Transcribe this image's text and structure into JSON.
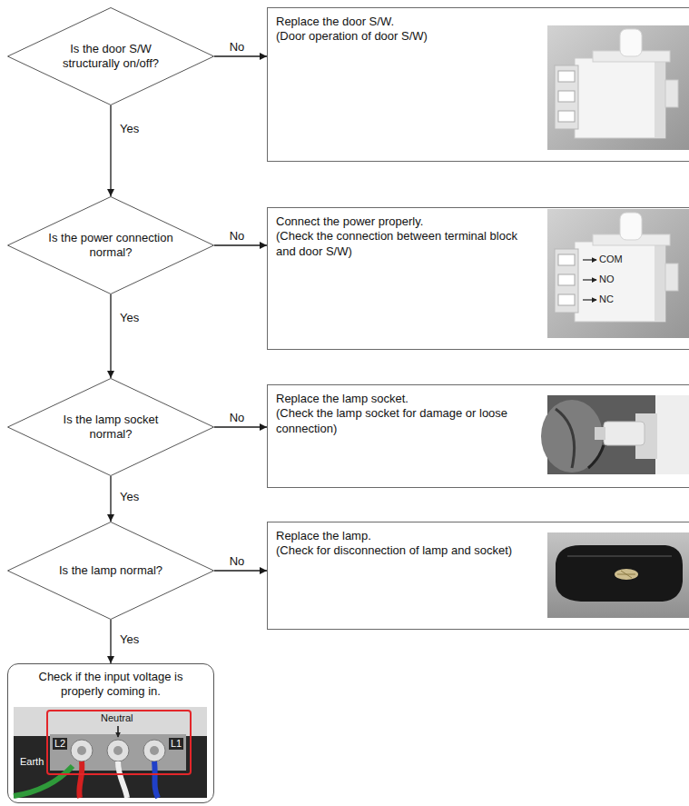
{
  "diagram": {
    "nodes": [
      {
        "text": [
          "Is the door S/W structurally on/off?"
        ]
      },
      {
        "text": [
          "Replace the door S/W.",
          "(Door operation of door S/W)"
        ]
      },
      {
        "text": [
          "Is the power connection normal?"
        ]
      },
      {
        "text": [
          "Connect the power properly.",
          "(Check the connection between terminal block and door S/W)"
        ]
      },
      {
        "text": [
          "Is the lamp socket normal?"
        ]
      },
      {
        "text": [
          "Replace the lamp socket.",
          "(Check the lamp socket for damage or loose connection)"
        ]
      },
      {
        "text": [
          "Is the lamp normal?"
        ]
      },
      {
        "text": [
          "Replace the lamp.",
          "(Check for disconnection of lamp and socket)"
        ]
      },
      {
        "text": [
          "Check if the input voltage is properly coming in."
        ]
      }
    ],
    "edges": [
      {
        "from": 0,
        "to": 1,
        "label": "No",
        "arrow": "to"
      },
      {
        "from": 0,
        "to": 2,
        "label": "Yes",
        "arrow": "to"
      },
      {
        "from": 2,
        "to": 3,
        "label": "No",
        "arrow": "to"
      },
      {
        "from": 2,
        "to": 4,
        "label": "Yes",
        "arrow": "to"
      },
      {
        "from": 4,
        "to": 5,
        "label": "No",
        "arrow": "to"
      },
      {
        "from": 4,
        "to": 6,
        "label": "Yes",
        "arrow": "to"
      },
      {
        "from": 6,
        "to": 7,
        "label": "No",
        "arrow": "to"
      },
      {
        "from": 6,
        "to": 8,
        "label": "Yes",
        "arrow": "to"
      }
    ],
    "labels": [
      "COM",
      "NO",
      "NC",
      "Neutral",
      "L2",
      "L1",
      "Earth"
    ]
  }
}
